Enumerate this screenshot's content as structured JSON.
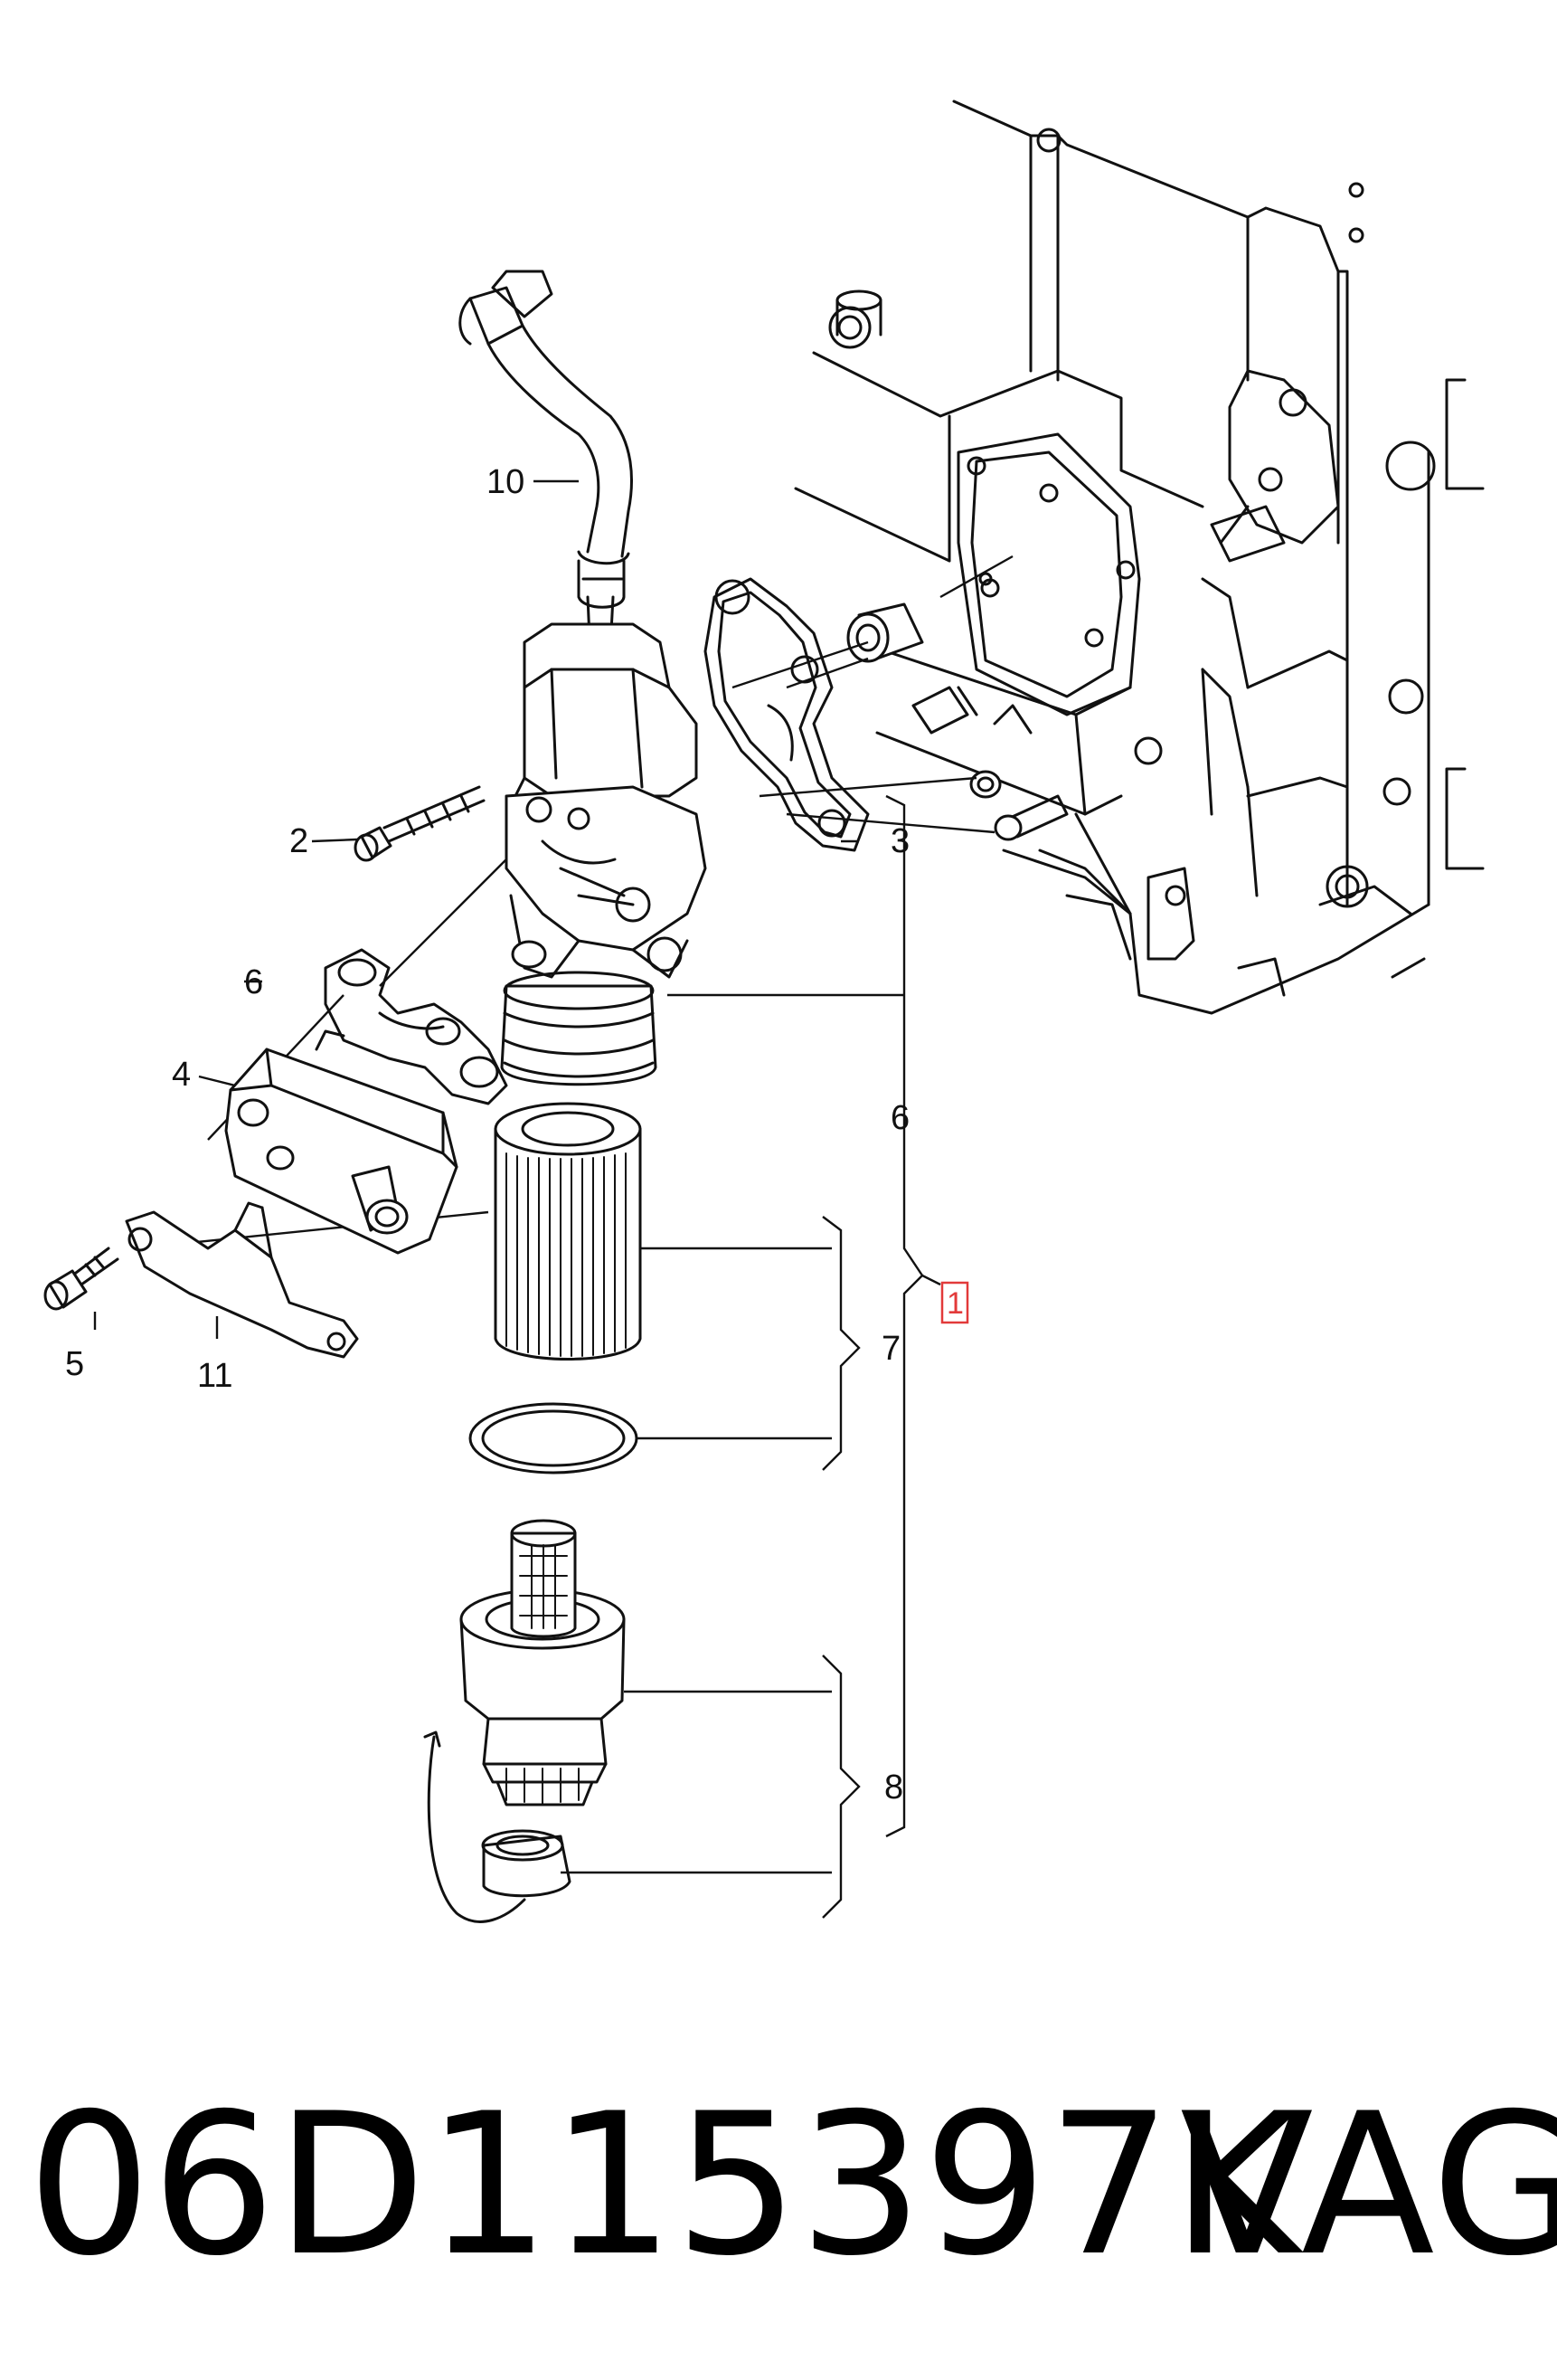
{
  "callouts": {
    "c1": "1",
    "c2": "2",
    "c3": "3",
    "c4": "4",
    "c5": "5",
    "c6a": "6",
    "c6b": "6",
    "c7": "7",
    "c8": "8",
    "c10": "10",
    "c11": "11"
  },
  "caption": {
    "part_number": "06D115397K",
    "brand": "VAG"
  },
  "colors": {
    "line": "#111111",
    "highlight": "#e23a3a",
    "background": "#ffffff"
  }
}
